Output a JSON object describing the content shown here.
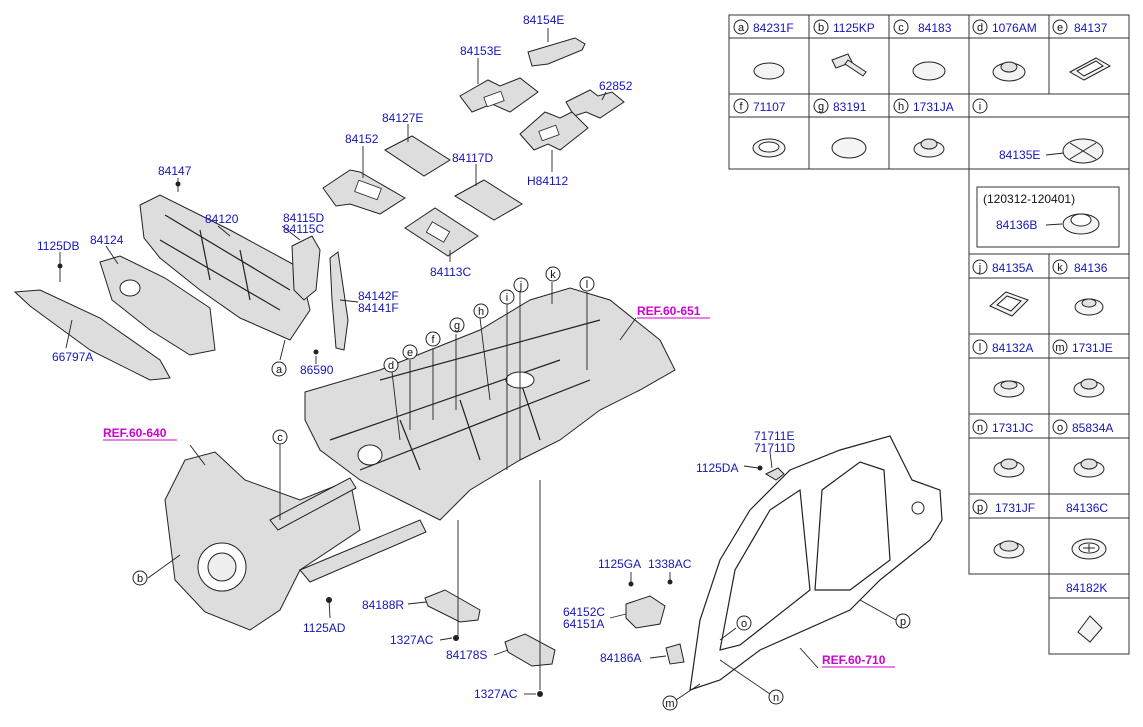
{
  "refs": {
    "r651": "REF.60-651",
    "r640": "REF.60-640",
    "r710": "REF.60-710"
  },
  "labels": {
    "p84154E": "84154E",
    "p84153E": "84153E",
    "p62852": "62852",
    "p84127E": "84127E",
    "p84152": "84152",
    "p84117D": "84117D",
    "pH84112": "H84112",
    "p84147": "84147",
    "p84120": "84120",
    "p84115D": "84115D",
    "p84115C": "84115C",
    "p1125DB": "1125DB",
    "p84124": "84124",
    "p84113C": "84113C",
    "p84142F": "84142F",
    "p84141F": "84141F",
    "p66797A": "66797A",
    "p86590": "86590",
    "p71711E": "71711E",
    "p71711D": "71711D",
    "p1125DA": "1125DA",
    "p1125GA": "1125GA",
    "p1338AC": "1338AC",
    "p64152C": "64152C",
    "p64151A": "64151A",
    "p84186A": "84186A",
    "p84188R": "84188R",
    "p1327AC_1": "1327AC",
    "p84178S": "84178S",
    "p1327AC_2": "1327AC",
    "p1125AD": "1125AD"
  },
  "callouts": {
    "a": "a",
    "b": "b",
    "c": "c",
    "d": "d",
    "e": "e",
    "f": "f",
    "g": "g",
    "h": "h",
    "i": "i",
    "j": "j",
    "k": "k",
    "l": "l",
    "m": "m",
    "n": "n",
    "o": "o",
    "p": "p"
  },
  "legend": {
    "cells": [
      {
        "letter": "a",
        "part": "84231F",
        "icon": "oval-plug-icon"
      },
      {
        "letter": "b",
        "part": "1125KP",
        "icon": "bolt-icon"
      },
      {
        "letter": "c",
        "part": "84183",
        "icon": "round-plug-icon"
      },
      {
        "letter": "d",
        "part": "1076AM",
        "icon": "grommet-icon"
      },
      {
        "letter": "e",
        "part": "84137",
        "icon": "rect-grommet-icon"
      },
      {
        "letter": "f",
        "part": "71107",
        "icon": "ring-plug-icon"
      },
      {
        "letter": "g",
        "part": "83191",
        "icon": "flat-plug-icon"
      },
      {
        "letter": "h",
        "part": "1731JA",
        "icon": "grommet-icon"
      },
      {
        "letter": "i",
        "part": "",
        "icon": ""
      },
      {
        "letter": "j",
        "part": "84135A",
        "icon": "rect-grommet-icon"
      },
      {
        "letter": "k",
        "part": "84136",
        "icon": "grommet-icon"
      },
      {
        "letter": "l",
        "part": "84132A",
        "icon": "grommet-icon"
      },
      {
        "letter": "m",
        "part": "1731JE",
        "icon": "grommet-icon"
      },
      {
        "letter": "n",
        "part": "1731JC",
        "icon": "grommet-icon"
      },
      {
        "letter": "o",
        "part": "85834A",
        "icon": "grommet-icon"
      },
      {
        "letter": "p",
        "part": "1731JF",
        "icon": "grommet-icon"
      },
      {
        "letter": "",
        "part": "84136C",
        "icon": "ribbed-plug-icon"
      },
      {
        "letter": "",
        "part": "84182K",
        "icon": "square-patch-icon"
      }
    ],
    "i_part1": "84135E",
    "i_date_range": "(120312-120401)",
    "i_part2": "84136B"
  },
  "colors": {
    "label": "#1515b8",
    "ref": "#d000d0",
    "line": "#222222"
  }
}
